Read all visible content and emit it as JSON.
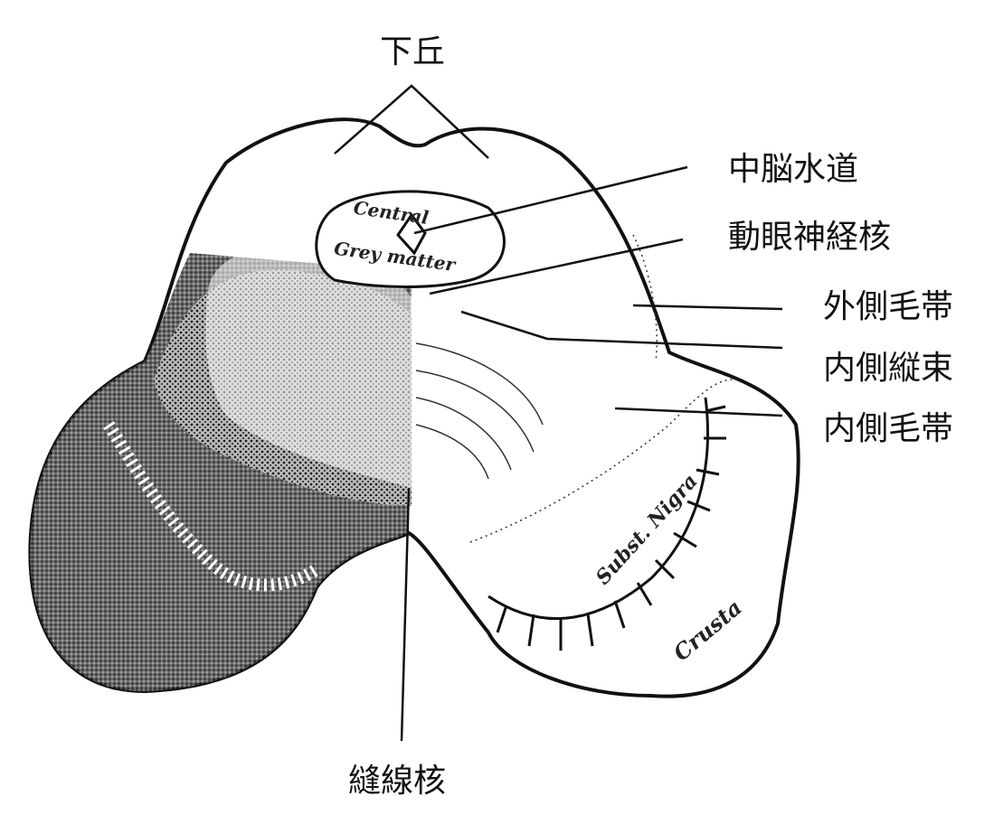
{
  "title_labels": {
    "inferior_colliculus": "下丘",
    "cerebral_aqueduct": "中脳水道",
    "oculomotor_nucleus": "動眼神経核",
    "lateral_lemniscus": "外側毛帯",
    "medial_longitudinal_fasciculus": "内側縦束",
    "medial_lemniscus": "内側毛帯",
    "raphe_nucleus": "縫線核"
  },
  "illustration_text": {
    "central": "Central",
    "grey_matter": "Grey matter",
    "subst_nigra": "Subst. Nigra",
    "crusta": "Crusta"
  }
}
